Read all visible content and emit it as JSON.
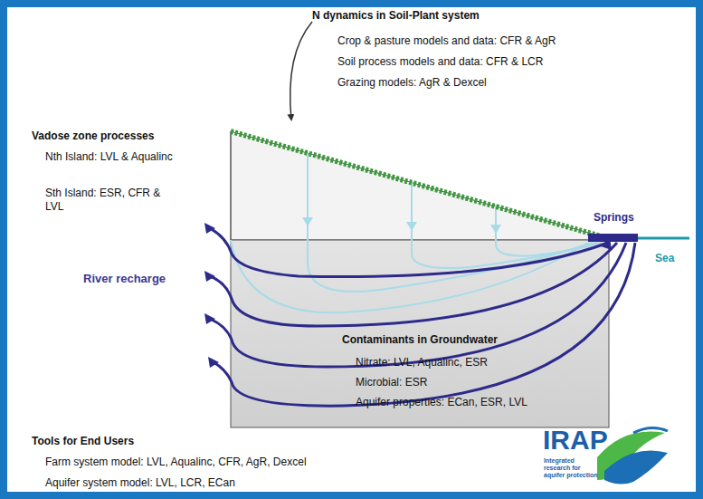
{
  "diagram": {
    "nodes": [
      {
        "text": [
          "Contaminants in Groundwater",
          "Nitrate: LVL, Aqualinc, ESR",
          "Microbial: ESR",
          "Aquifer properties: ECan, ESR, LVL"
        ]
      }
    ],
    "labels": [
      "N dynamics in Soil-Plant system",
      "Crop & pasture models and data: CFR & AgR",
      "Soil process models and data: CFR & LCR",
      "Grazing models: AgR & Dexcel",
      "Vadose zone processes",
      "Nth Island: LVL & Aqualinc",
      "Sth Island: ESR, CFR & LVL",
      "Springs",
      "Sea",
      "River recharge",
      "Tools for End Users",
      "Farm system model: LVL, Aqualinc, CFR, AgR, Dexcel",
      "Aquifer system model: LVL, LCR, ECan",
      "IRAP",
      "Integrated research for aquifer protection"
    ]
  }
}
